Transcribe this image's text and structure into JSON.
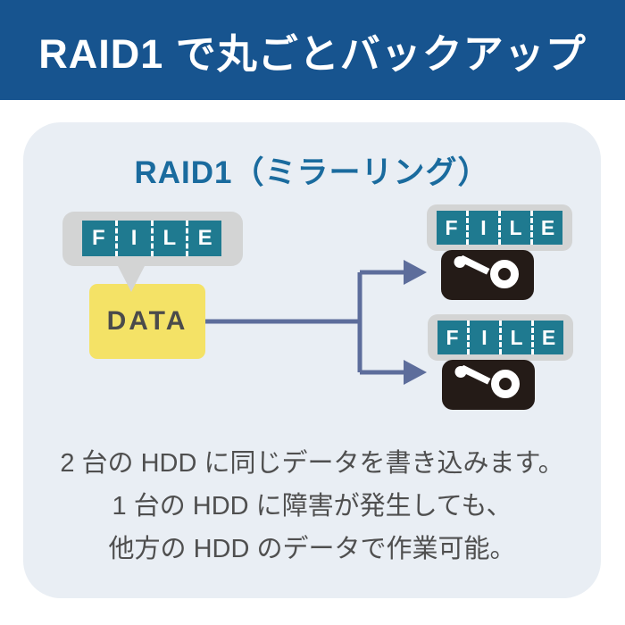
{
  "banner": {
    "title": "RAID1 で丸ごとバックアップ"
  },
  "panel": {
    "title": "RAID1（ミラーリング）",
    "caption_lines": [
      "2 台の HDD に同じデータを書き込みます。",
      "1 台の HDD に障害が発生しても、",
      "他方の HDD のデータで作業可能。"
    ]
  },
  "file_label": {
    "word": "FILE",
    "letters": [
      "F",
      "I",
      "L",
      "E"
    ]
  },
  "data_box": {
    "label": "DATA"
  },
  "icons": {
    "hdd": "hdd-platter-and-actuator-icon",
    "arrow": "right-arrow-icon",
    "bubble_tail": "speech-bubble-tail"
  },
  "colors": {
    "banner-bg": "#17548f",
    "banner-text": "#ffffff",
    "panel-bg": "#e9eef4",
    "title-blue": "#1a6b9e",
    "teal": "#1f7a90",
    "label-gray": "#d3d4d4",
    "data-yellow": "#f4e266",
    "connector": "#5d6d9b",
    "hdd-black": "#241b17",
    "caption-text": "#4f4f4f"
  }
}
